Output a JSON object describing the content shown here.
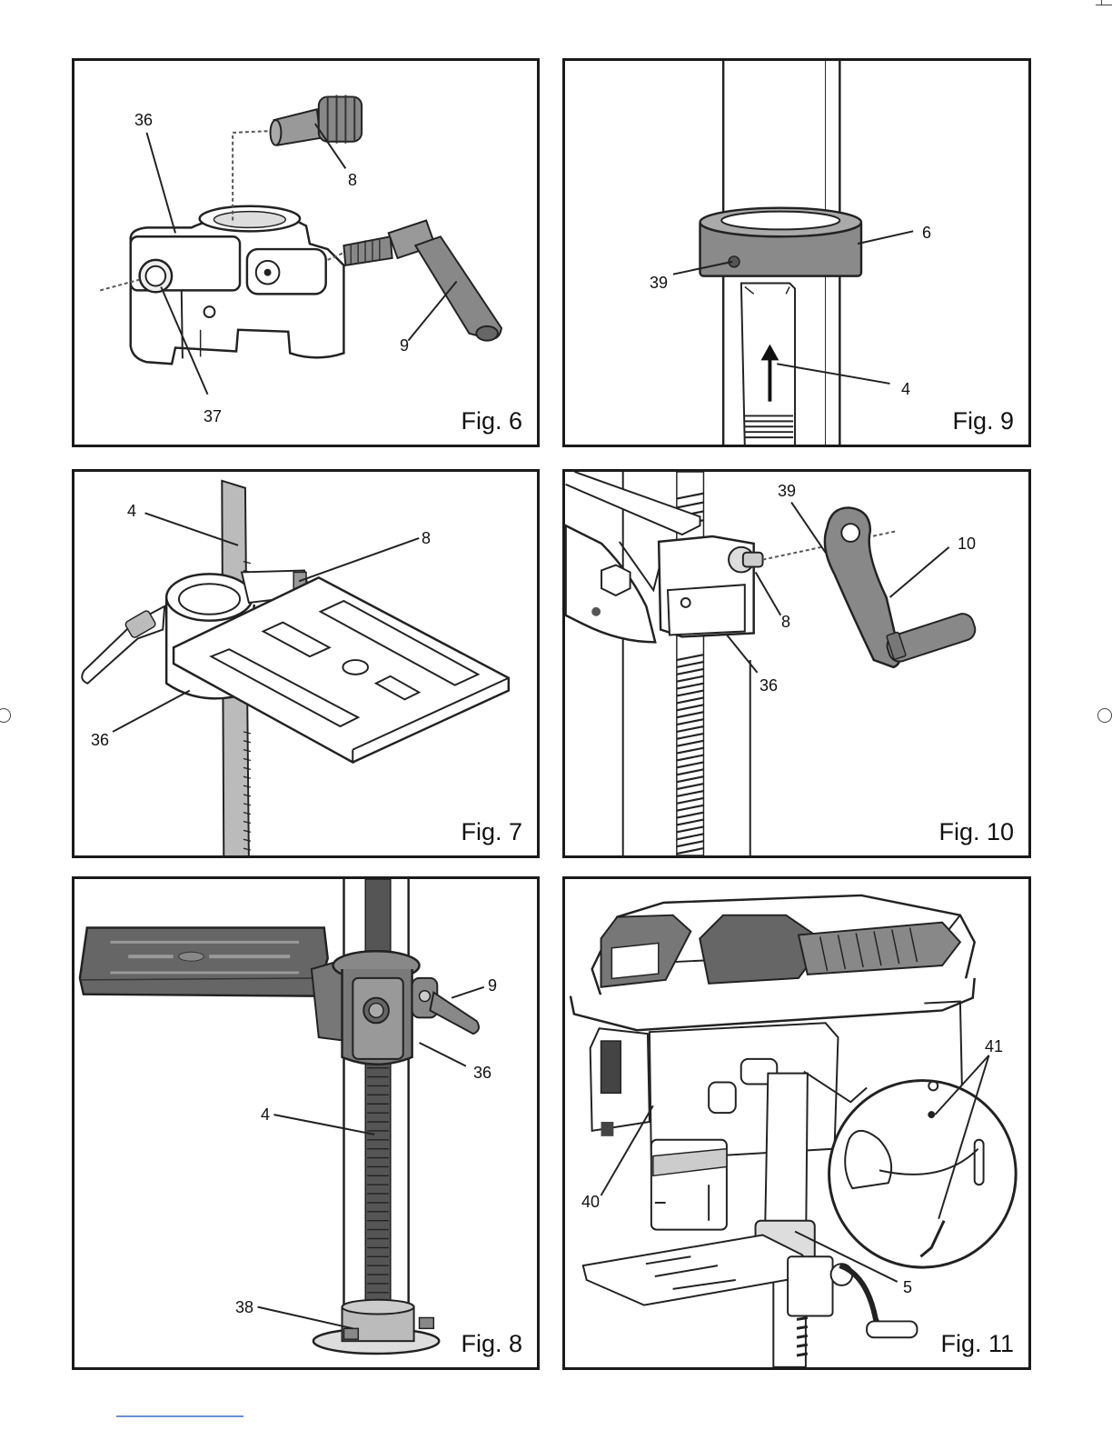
{
  "figures": [
    {
      "label": "Fig. 6",
      "callouts": [
        "36",
        "8",
        "9",
        "37"
      ]
    },
    {
      "label": "Fig. 9",
      "callouts": [
        "6",
        "39",
        "4"
      ]
    },
    {
      "label": "Fig. 7",
      "callouts": [
        "4",
        "8",
        "36"
      ]
    },
    {
      "label": "Fig. 10",
      "callouts": [
        "39",
        "10",
        "8",
        "36"
      ]
    },
    {
      "label": "Fig. 8",
      "callouts": [
        "9",
        "36",
        "4",
        "38"
      ]
    },
    {
      "label": "Fig. 11",
      "callouts": [
        "41",
        "40",
        "5"
      ]
    }
  ]
}
